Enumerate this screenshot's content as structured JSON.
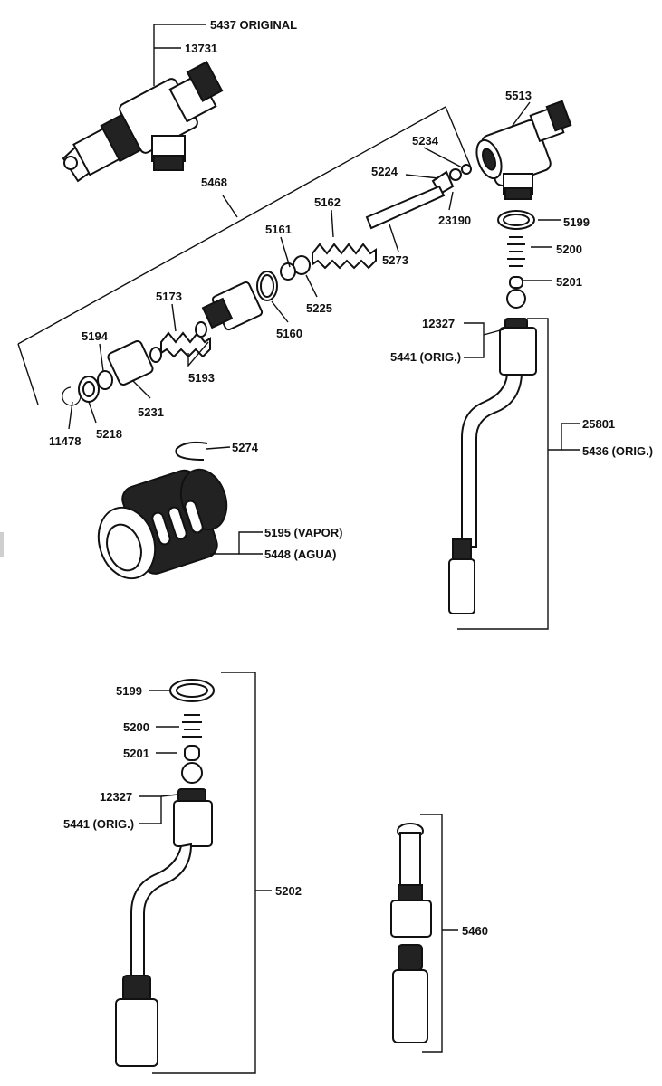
{
  "labels": {
    "l5437": "5437 ORIGINAL",
    "l13731": "13731",
    "l5468": "5468",
    "l5513": "5513",
    "l5234": "5234",
    "l5224": "5224",
    "l23190": "23190",
    "l5162": "5162",
    "l5161": "5161",
    "l5273": "5273",
    "l5199a": "5199",
    "l5200a": "5200",
    "l5201a": "5201",
    "l5225": "5225",
    "l5173": "5173",
    "l5160": "5160",
    "l12327a": "12327",
    "l5441a": "5441 (ORIG.)",
    "l5194": "5194",
    "l5193": "5193",
    "l5231": "5231",
    "l5218": "5218",
    "l11478": "11478",
    "l25801": "25801",
    "l5436": "5436 (ORIG.)",
    "l5274": "5274",
    "l5195": "5195 (VAPOR)",
    "l5448": "5448 (AGUA)",
    "l5199b": "5199",
    "l5200b": "5200",
    "l5201b": "5201",
    "l12327b": "12327",
    "l5441b": "5441 (ORIG.)",
    "l5202": "5202",
    "l5460": "5460"
  }
}
